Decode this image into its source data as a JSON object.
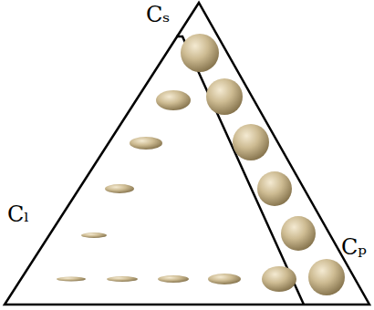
{
  "diagram": {
    "labels": [
      "Cₛ",
      "Cₗ",
      "Cₚ"
    ]
  }
}
